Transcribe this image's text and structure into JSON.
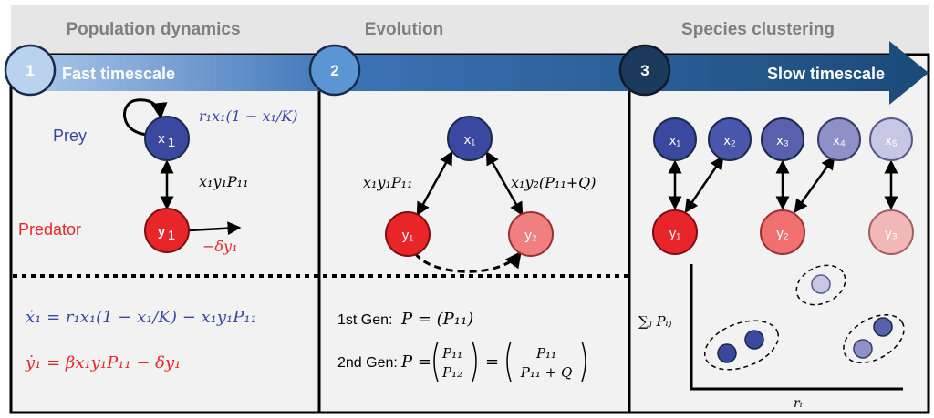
{
  "headers": {
    "col1": "Population dynamics",
    "col2": "Evolution",
    "col3": "Species clustering"
  },
  "timescale": {
    "fast": "Fast timescale",
    "slow": "Slow timescale"
  },
  "steps": [
    "1",
    "2",
    "3"
  ],
  "panel1": {
    "prey_label": "Prey",
    "predator_label": "Predator",
    "prey_node": "x",
    "prey_sub": "1",
    "pred_node": "y",
    "pred_sub": "1",
    "growth_term": "r₁x₁(1 − x₁/K)",
    "interaction_term": "x₁y₁P₁₁",
    "death_term": "−δy₁",
    "eq_prey": "ẋ₁ = r₁x₁(1 − x₁/K) − x₁y₁P₁₁",
    "eq_pred": "ẏ₁ = βx₁y₁P₁₁ − δy₁"
  },
  "panel2": {
    "node_x": "x₁",
    "node_y1": "y₁",
    "node_y2": "y₂",
    "left_term": "x₁y₁P₁₁",
    "right_term": "x₁y₂(P₁₁+Q)",
    "gen1_label": "1st Gen:",
    "gen1_eq": "P = (P₁₁)",
    "gen2_label": "2nd Gen:",
    "gen2_lhs": "P =",
    "gen2_vec_top": "P₁₁",
    "gen2_vec_bot": "P₁₂",
    "gen2_eq": "=",
    "gen2_rhs_top": "P₁₁",
    "gen2_rhs_bot": "P₁₁ + Q"
  },
  "panel3": {
    "prey_nodes": [
      "x₁",
      "x₂",
      "x₃",
      "x₄",
      "x₅"
    ],
    "pred_nodes": [
      "y₁",
      "y₂",
      "y₃"
    ],
    "ylabel": "∑ⱼ Pᵢⱼ",
    "xlabel": "rᵢ"
  },
  "colors": {
    "prey_blue": "#3a48a0",
    "predator_red": "#e8262a",
    "header_bg": "#e6e6e6",
    "panel_bg": "#f2f2f2"
  }
}
